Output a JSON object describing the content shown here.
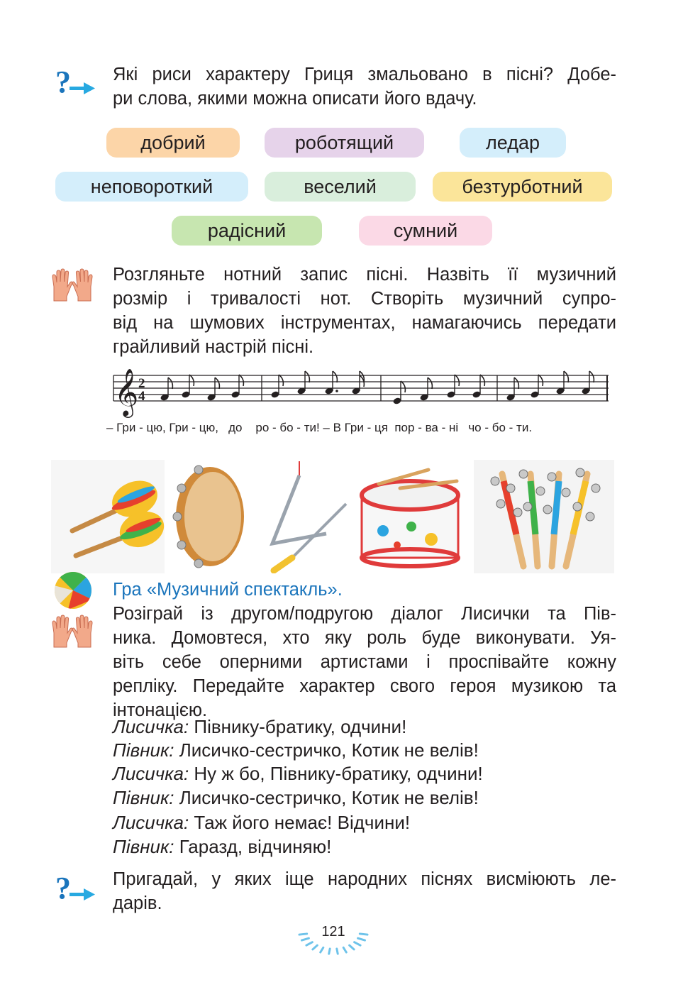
{
  "task1": {
    "icon": "question-arrow-icon",
    "lines": [
      "Які риси характеру Гриця змальовано в пісні? Добе-",
      "ри слова, якими можна описати його вдачу."
    ]
  },
  "words": [
    {
      "label": "добрий",
      "color": "#fcd5a8"
    },
    {
      "label": "роботящий",
      "color": "#e6d3ea"
    },
    {
      "label": "ледар",
      "color": "#d4eefb"
    },
    {
      "label": "неповороткий",
      "color": "#d4eefb"
    },
    {
      "label": "веселий",
      "color": "#d9eedc"
    },
    {
      "label": "безтурботний",
      "color": "#fbe59a"
    },
    {
      "label": "радісний",
      "color": "#c7e6b0"
    },
    {
      "label": "сумний",
      "color": "#fbd9e6"
    }
  ],
  "task2": {
    "icon": "hands-icon",
    "lines": [
      "Розгляньте нотний запис пісні. Назвіть її музичний",
      "розмір і тривалості нот. Створіть музичний супро-",
      "від на шумових інструментах, намагаючись передати",
      "грайливий настрій пісні."
    ]
  },
  "music": {
    "time_signature_top": "2",
    "time_signature_bottom": "4",
    "lyrics": "– Гри - цю, Гри - цю,   до    ро - бо - ти! – В Гри - ця  пор - ва - ні   чо - бо - ти."
  },
  "instruments": [
    "maracas-image",
    "tambourine-image",
    "triangle-image",
    "drum-image",
    "jingle-sticks-image"
  ],
  "game": {
    "icons": [
      "ball-icon",
      "hands-icon"
    ],
    "title": "Гра «Музичний спектакль».",
    "lines": [
      "Розіграй із другом/подругою діалог Лисички та Пів-",
      "ника. Домовтеся, хто яку роль буде виконувати. Уя-",
      "віть себе оперними артистами і проспівайте кожну",
      "репліку. Передайте характер свого героя музикою та",
      "інтонацією."
    ],
    "dialog": [
      {
        "role": "Лисичка:",
        "text": " Півнику-братику, одчини!"
      },
      {
        "role": "Півник:",
        "text": " Лисичко-сестричко, Котик не велів!"
      },
      {
        "role": "Лисичка:",
        "text": " Ну ж бо, Півнику-братику, одчини!"
      },
      {
        "role": "Півник:",
        "text": " Лисичко-сестричко, Котик не велів!"
      },
      {
        "role": "Лисичка:",
        "text": " Таж його немає! Відчини!"
      },
      {
        "role": "Півник:",
        "text": " Гаразд, відчиняю!"
      }
    ]
  },
  "task3": {
    "icon": "question-arrow-icon",
    "lines": [
      "Пригадай, у яких іще народних піснях висміюють ле-",
      "дарів."
    ]
  },
  "page_number": "121"
}
